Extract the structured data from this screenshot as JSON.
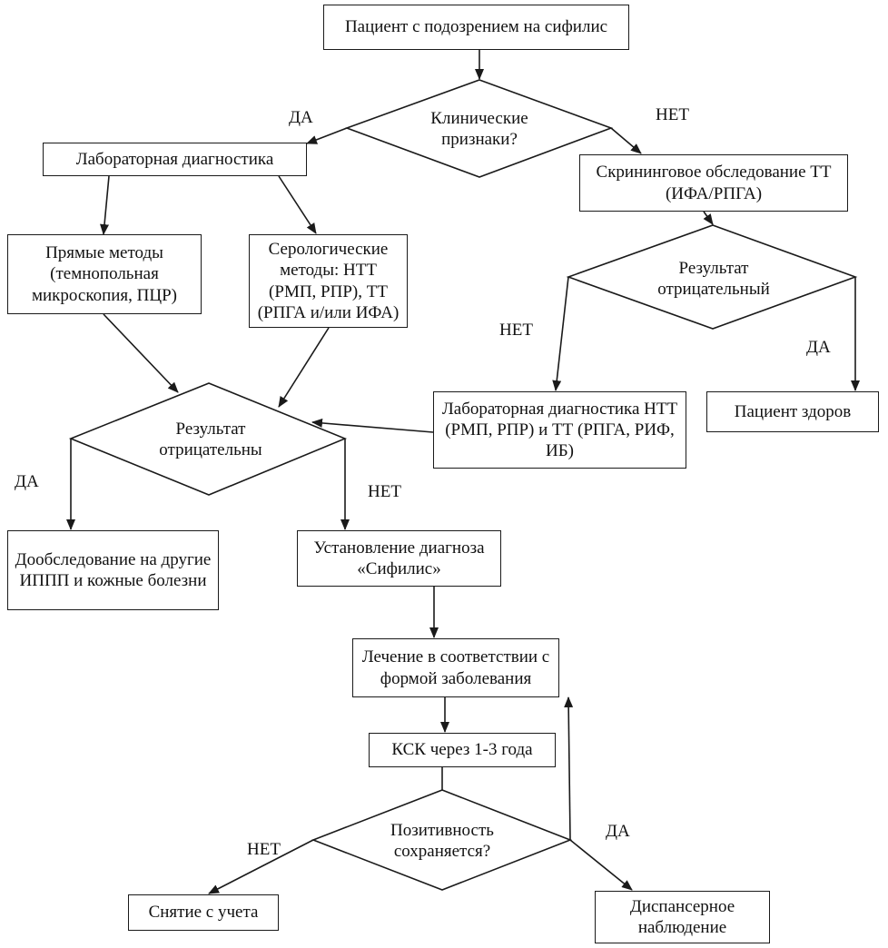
{
  "nodes": {
    "start": "Пациент с подозрением на сифилис",
    "clinical_signs": "Клинические признаки?",
    "lab_diagnostics": "Лабораторная диагностика",
    "screening": "Скрининговое обследование ТТ (ИФА/РПГА)",
    "direct_methods": "Прямые методы (темнопольная микроскопия, ПЦР)",
    "serological_methods": "Серологические методы: НТТ (РМП, РПР), ТТ (РПГА и/или ИФА)",
    "screening_result": "Результат отрицательный",
    "lab_ntt_tt": "Лабораторная диагностика НТТ (РМП, РПР) и ТТ (РПГА, РИФ, ИБ)",
    "patient_healthy": "Пациент здоров",
    "result_negative": "Результат отрицательны",
    "additional_exam": "Дообследование на другие ИППП и кожные болезни",
    "diagnosis": "Установление диагноза «Сифилис»",
    "treatment": "Лечение в соответствии с формой заболевания",
    "ksk": "КСК через 1-3 года",
    "positivity": "Позитивность сохраняется?",
    "deregistration": "Снятие с учета",
    "dispensary": "Диспансерное наблюдение"
  },
  "edge_labels": {
    "clinical_yes": "ДА",
    "clinical_no": "НЕТ",
    "screening_no": "НЕТ",
    "screening_yes": "ДА",
    "result_yes": "ДА",
    "result_no": "НЕТ",
    "positivity_no": "НЕТ",
    "positivity_yes": "ДА"
  }
}
